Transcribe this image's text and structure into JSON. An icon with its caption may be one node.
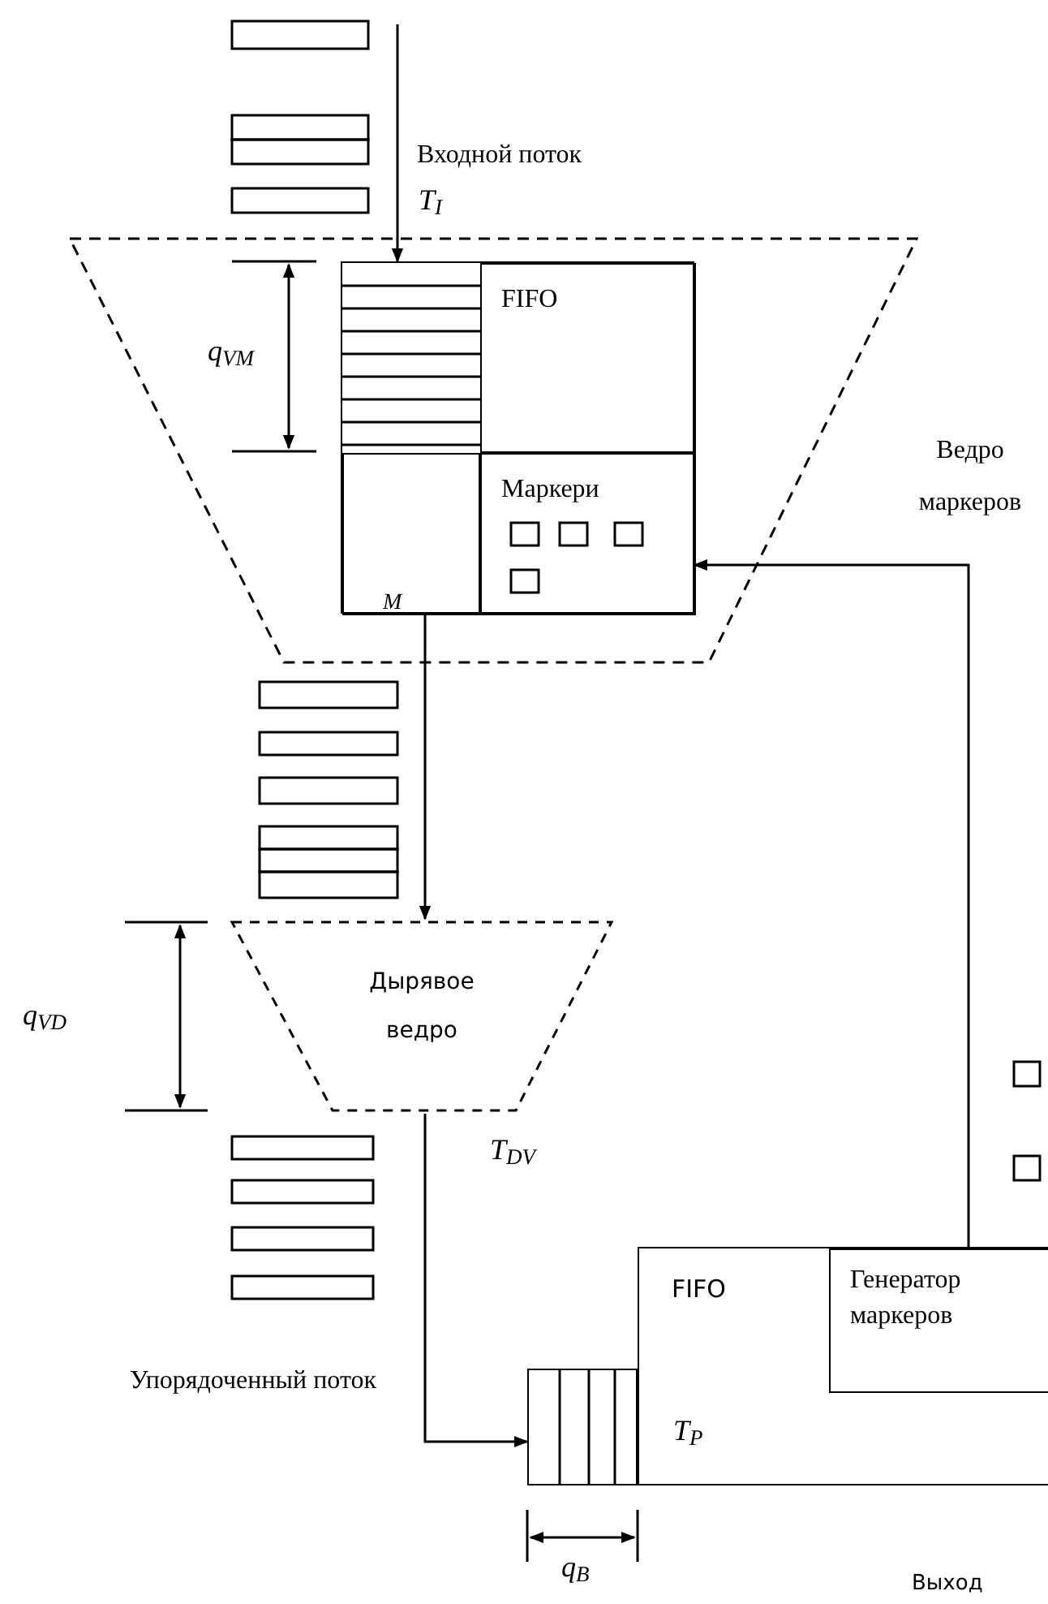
{
  "diagram": {
    "nodes": [
      {
        "text": [
          "Ведро маркеров"
        ]
      },
      {
        "text": [],
        "shape": "box",
        "in": 0
      },
      {
        "text": [
          "FIFO"
        ],
        "in": 1
      },
      {
        "text": [
          "Маркери"
        ],
        "in": 1
      },
      {
        "text": [],
        "shape": "box",
        "in": 1
      },
      {
        "text": [
          "Дырявое ведро"
        ]
      },
      {
        "text": [],
        "shape": "box"
      },
      {
        "text": [
          "FIFO"
        ]
      },
      {
        "text": [
          "Генератор маркеров"
        ],
        "in": 7
      }
    ],
    "edges": [
      {
        "from": null,
        "to": 1,
        "arrow": "to"
      },
      {
        "from": 4,
        "to": 5,
        "arrow": "to"
      },
      {
        "from": 5,
        "to": 6,
        "arrow": "to"
      },
      {
        "from": 8,
        "to": 3,
        "arrow": "to"
      }
    ],
    "labels": [
      "Входной поток",
      "T$_{I}$",
      "q$_{VM}$",
      "M",
      "q$_{VD}$",
      "T$_{DV}$",
      "Упорядоченный поток",
      "T$_{P}$",
      "q$_{B}$",
      "Выход"
    ]
  }
}
